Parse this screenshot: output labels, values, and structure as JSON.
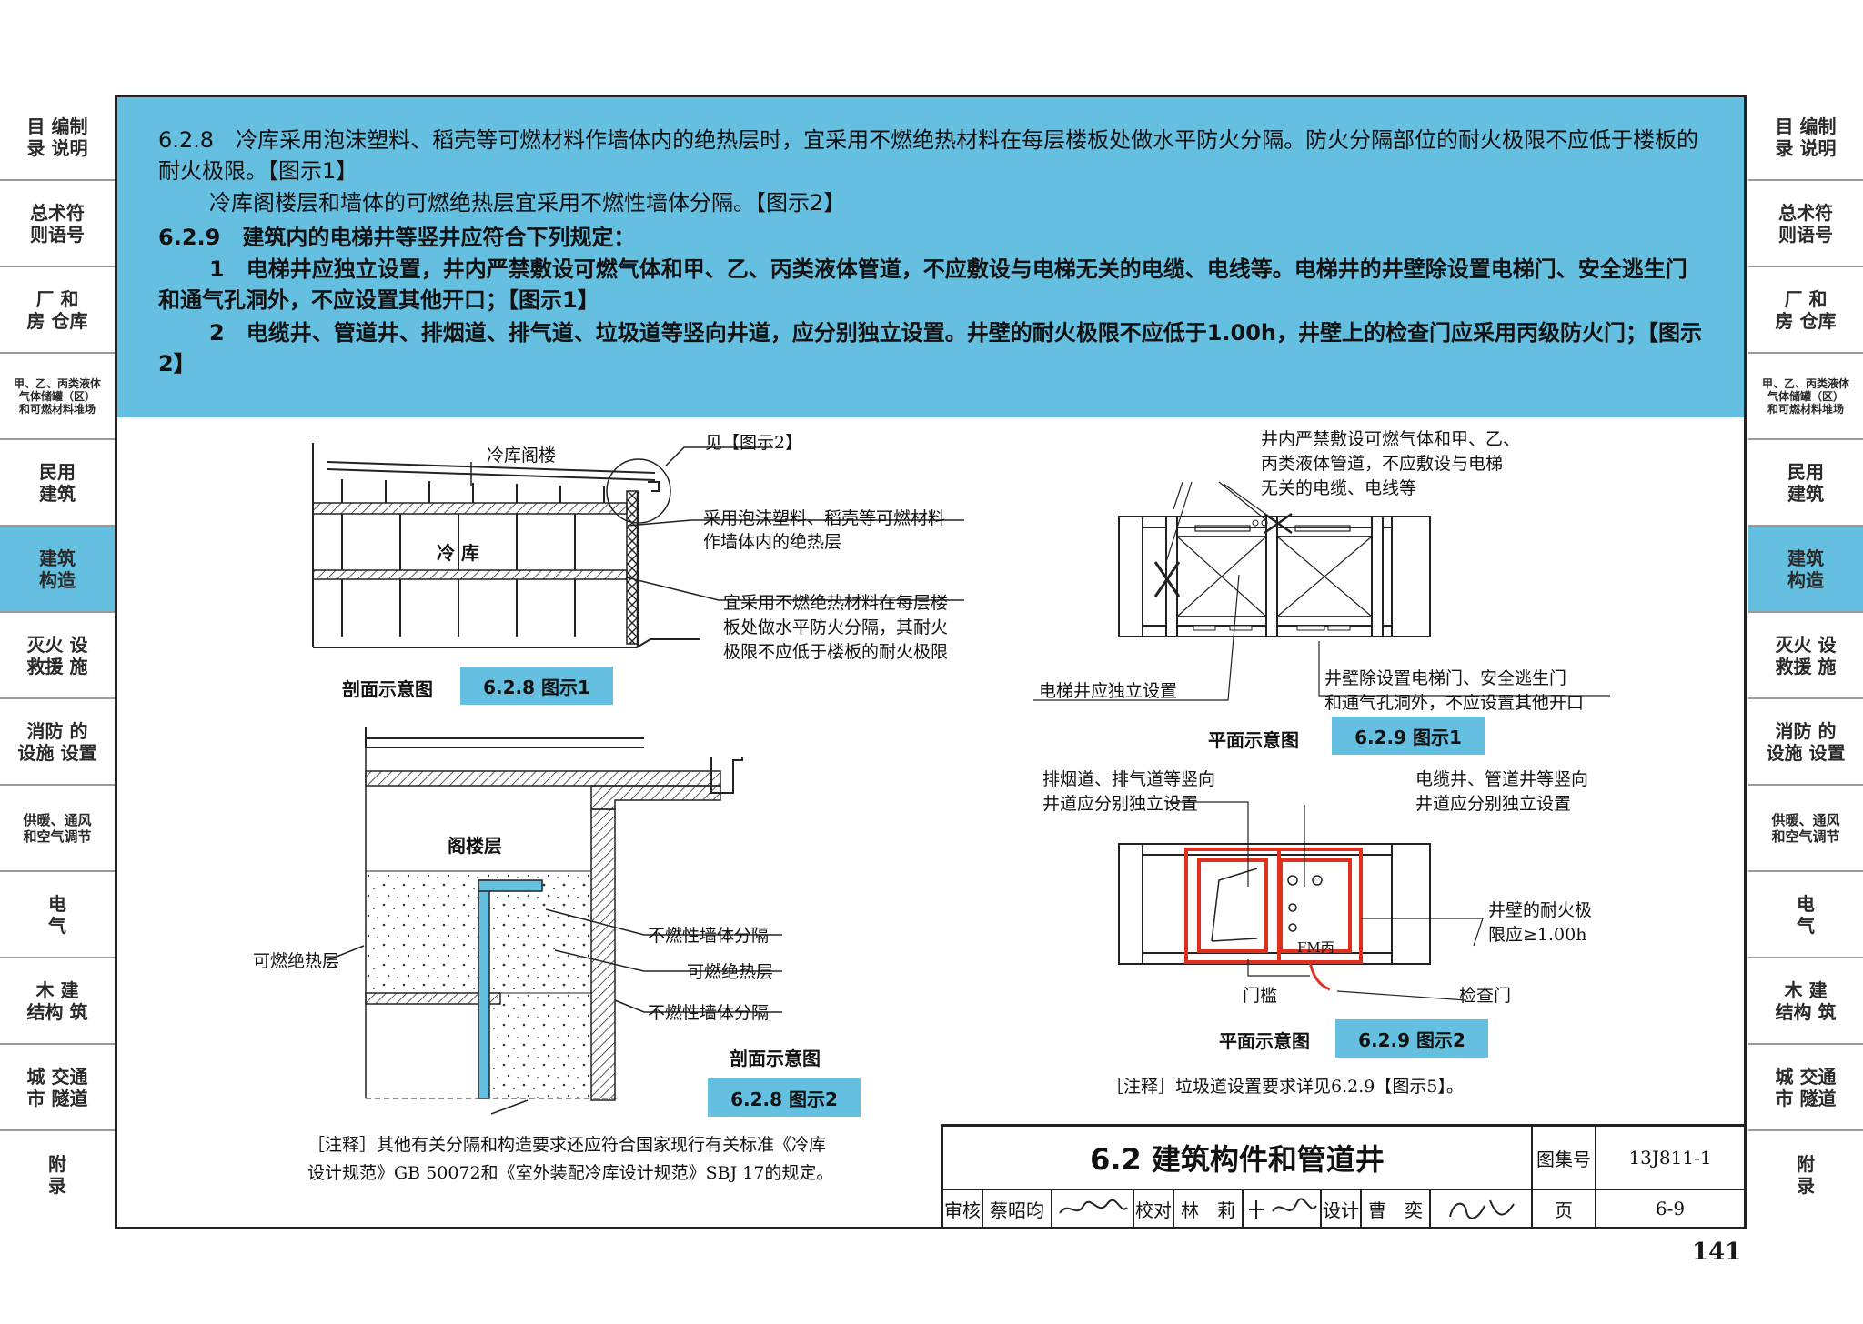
{
  "side_tabs_left": [
    {
      "label": "目 编制\n录 说明"
    },
    {
      "label": "总术符\n则语号"
    },
    {
      "label": "厂 和\n房 仓库"
    },
    {
      "label": "甲、乙、丙类液体\n气体储罐（区）\n和可燃材料堆场"
    },
    {
      "label": "民用\n建筑"
    },
    {
      "label": "建筑\n构造",
      "active": true
    },
    {
      "label": "灭火 设\n救援 施"
    },
    {
      "label": "消防 的\n设施 设置"
    },
    {
      "label": "供暖、通风\n和空气调节"
    },
    {
      "label": "电\n气"
    },
    {
      "label": "木 建\n结构 筑"
    },
    {
      "label": "城 交通\n市 隧道"
    },
    {
      "label": "附\n录"
    }
  ],
  "side_tabs_right": [
    {
      "label": "目 编制\n录 说明"
    },
    {
      "label": "总术符\n则语号"
    },
    {
      "label": "厂 和\n房 仓库"
    },
    {
      "label": "甲、乙、丙类液体\n气体储罐（区）\n和可燃材料堆场"
    },
    {
      "label": "民用\n建筑"
    },
    {
      "label": "建筑\n构造",
      "active": true
    },
    {
      "label": "灭火 设\n救援 施"
    },
    {
      "label": "消防 的\n设施 设置"
    },
    {
      "label": "供暖、通风\n和空气调节"
    },
    {
      "label": "电\n气"
    },
    {
      "label": "木 建\n结构 筑"
    },
    {
      "label": "城 交通\n市 隧道"
    },
    {
      "label": "附\n录"
    }
  ],
  "text": {
    "p1": "6.2.8　冷库采用泡沫塑料、稻壳等可燃材料作墙体内的绝热层时，宜采用不燃绝热材料在每层楼板处做水平防火分隔。防火分隔部位的耐火极限不应低于楼板的耐火极限。【图示1】",
    "p2": "冷库阁楼层和墙体的可燃绝热层宜采用不燃性墙体分隔。【图示2】",
    "p3": "6.2.9　建筑内的电梯井等竖井应符合下列规定：",
    "p4": "1　电梯井应独立设置，井内严禁敷设可燃气体和甲、乙、丙类液体管道，不应敷设与电梯无关的电缆、电线等。电梯井的井壁除设置电梯门、安全逃生门和通气孔洞外，不应设置其他开口；【图示1】",
    "p5": "2　电缆井、管道井、排烟道、排气道、垃圾道等竖向井道，应分别独立设置。井壁的耐火极限不应低于1.00h，井壁上的检查门应采用丙级防火门；【图示2】"
  },
  "fig1": {
    "label_attic": "冷库阁楼",
    "label_room": "冷 库",
    "label_see": "见【图示2】",
    "label_insul_1": "采用泡沫塑料、稻壳等可燃材料",
    "label_insul_2": "作墙体内的绝热层",
    "label_sep_1": "宜采用不燃绝热材料在每层楼",
    "label_sep_2": "板处做水平防火分隔，其耐火",
    "label_sep_3": "极限不应低于楼板的耐火极限",
    "caption": "剖面示意图",
    "badge": "6.2.8 图示1"
  },
  "fig2": {
    "label_attic": "阁楼层",
    "label_combustible": "可燃绝热层",
    "label_wall_1": "不燃性墙体分隔",
    "label_insul": "可燃绝热层",
    "label_wall_2": "不燃性墙体分隔",
    "caption": "剖面示意图",
    "badge": "6.2.8 图示2"
  },
  "fig3": {
    "label_top_1": "井内严禁敷设可燃气体和甲、乙、",
    "label_top_2": "丙类液体管道，不应敷设与电梯",
    "label_top_3": "无关的电缆、电线等",
    "label_left": "电梯井应独立设置",
    "label_right_1": "井壁除设置电梯门、安全逃生门",
    "label_right_2": "和通气孔洞外，不应设置其他开口",
    "caption": "平面示意图",
    "badge": "6.2.9 图示1"
  },
  "fig4": {
    "label_left_1": "排烟道、排气道等竖向",
    "label_left_2": "井道应分别独立设置",
    "label_right_1": "电缆井、管道井等竖向",
    "label_right_2": "井道应分别独立设置",
    "label_fire_1": "井壁的耐火极",
    "label_fire_2": "限应≥1.00h",
    "label_fm": "FM丙",
    "label_sill": "门槛",
    "label_door": "检查门",
    "caption": "平面示意图",
    "badge": "6.2.9 图示2"
  },
  "notes": {
    "note_right": "［注释］垃圾道设置要求详见6.2.9【图示5】。",
    "note_left_1": "［注释］其他有关分隔和构造要求还应符合国家现行有关标准《冷库",
    "note_left_2": "设计规范》GB 50072和《室外装配冷库设计规范》SBJ 17的规定。"
  },
  "title_block": {
    "title": "6.2  建筑构件和管道井",
    "atlas_label": "图集号",
    "atlas_no": "13J811-1",
    "review_label": "审核",
    "review_name": "蔡昭昀",
    "check_label": "校对",
    "check_name": "林　莉",
    "design_label": "设计",
    "design_name": "曹　奕",
    "page_label": "页",
    "page_no": "6-9"
  },
  "page_number": "141",
  "colors": {
    "accent": "#64bfe0",
    "red": "#e0301e",
    "frame": "#222222"
  }
}
